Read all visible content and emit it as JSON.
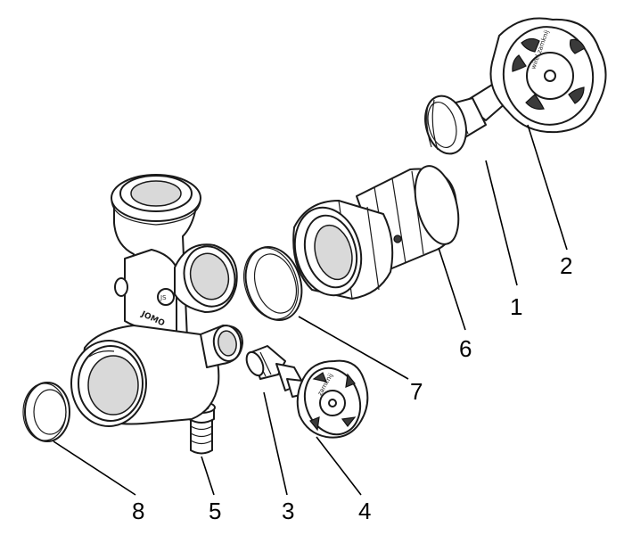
{
  "brand": {
    "name": "JOMO",
    "logo_mark": "JS"
  },
  "handwheel_small_text": "zamknij",
  "handwheel_large_text": "wirel zamknij",
  "callouts": [
    {
      "id": "1",
      "label": "1"
    },
    {
      "id": "2",
      "label": "2"
    },
    {
      "id": "3",
      "label": "3"
    },
    {
      "id": "4",
      "label": "4"
    },
    {
      "id": "5",
      "label": "5"
    },
    {
      "id": "6",
      "label": "6"
    },
    {
      "id": "7",
      "label": "7"
    },
    {
      "id": "8",
      "label": "8"
    }
  ],
  "colors": {
    "line": "#1a1a1a",
    "background": "#ffffff",
    "shade": "#d9d9d9"
  }
}
